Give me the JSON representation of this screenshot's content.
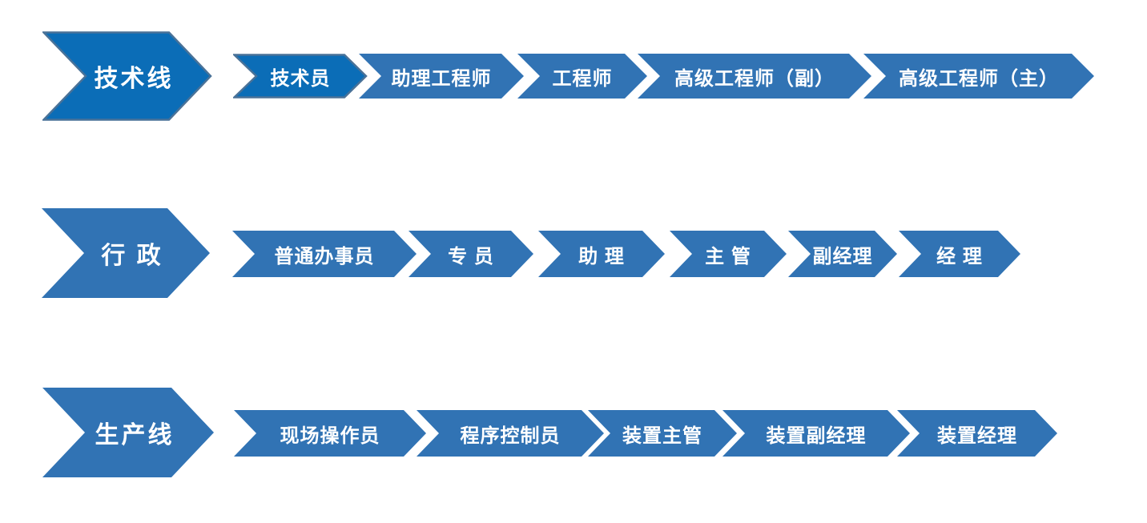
{
  "page": {
    "description": "Career ladder diagram with three chevron tracks",
    "background": "#FFFFFF"
  },
  "colors": {
    "accent_fill": "#0B6DB7",
    "accent_border": "#4A7298",
    "step_fill": "#3173B4",
    "label_text": "#FFFFFF"
  },
  "diagram": {
    "rows": [
      {
        "id": "technical-line",
        "track": {
          "label": "技术线",
          "highlighted": true
        },
        "steps": [
          {
            "label": "技术员",
            "highlighted": true
          },
          {
            "label": "助理工程师",
            "highlighted": false
          },
          {
            "label": "工程师",
            "highlighted": false
          },
          {
            "label": "高级工程师（副）",
            "highlighted": false
          },
          {
            "label": "高级工程师（主）",
            "highlighted": false
          }
        ]
      },
      {
        "id": "administrative-line",
        "track": {
          "label": "行 政",
          "highlighted": false
        },
        "steps": [
          {
            "label": "普通办事员",
            "highlighted": false
          },
          {
            "label": "专 员",
            "highlighted": false
          },
          {
            "label": "助 理",
            "highlighted": false
          },
          {
            "label": "主 管",
            "highlighted": false
          },
          {
            "label": "副经理",
            "highlighted": false
          },
          {
            "label": "经 理",
            "highlighted": false
          }
        ]
      },
      {
        "id": "production-line",
        "track": {
          "label": "生产线",
          "highlighted": false
        },
        "steps": [
          {
            "label": "现场操作员",
            "highlighted": false
          },
          {
            "label": "程序控制员",
            "highlighted": false
          },
          {
            "label": "装置主管",
            "highlighted": false
          },
          {
            "label": "装置副经理",
            "highlighted": false
          },
          {
            "label": "装置经理",
            "highlighted": false
          }
        ]
      }
    ]
  }
}
